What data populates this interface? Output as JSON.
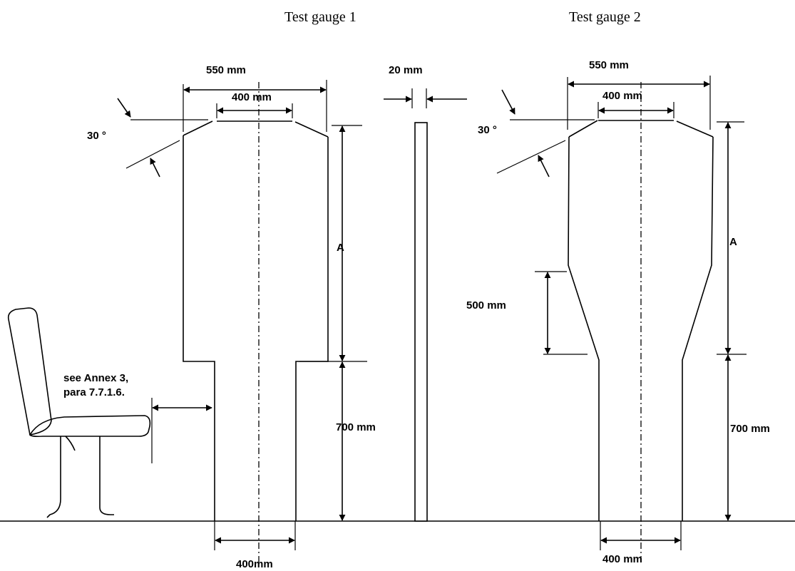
{
  "titles": {
    "gauge1": "Test gauge 1",
    "gauge2": "Test gauge 2"
  },
  "gauge1": {
    "width_top": "550 mm",
    "width_head": "400 mm",
    "angle": "30 °",
    "height_upper": "A",
    "height_lower": "700 mm",
    "width_base": "400mm"
  },
  "thickness": "20 mm",
  "gauge2": {
    "width_top": "550 mm",
    "width_head": "400 mm",
    "angle": "30 °",
    "height_upper": "A",
    "taper_height": "500 mm",
    "height_lower": "700 mm",
    "width_base": "400 mm"
  },
  "seat_note_line1": "see Annex 3,",
  "seat_note_line2": "para 7.7.1.6."
}
